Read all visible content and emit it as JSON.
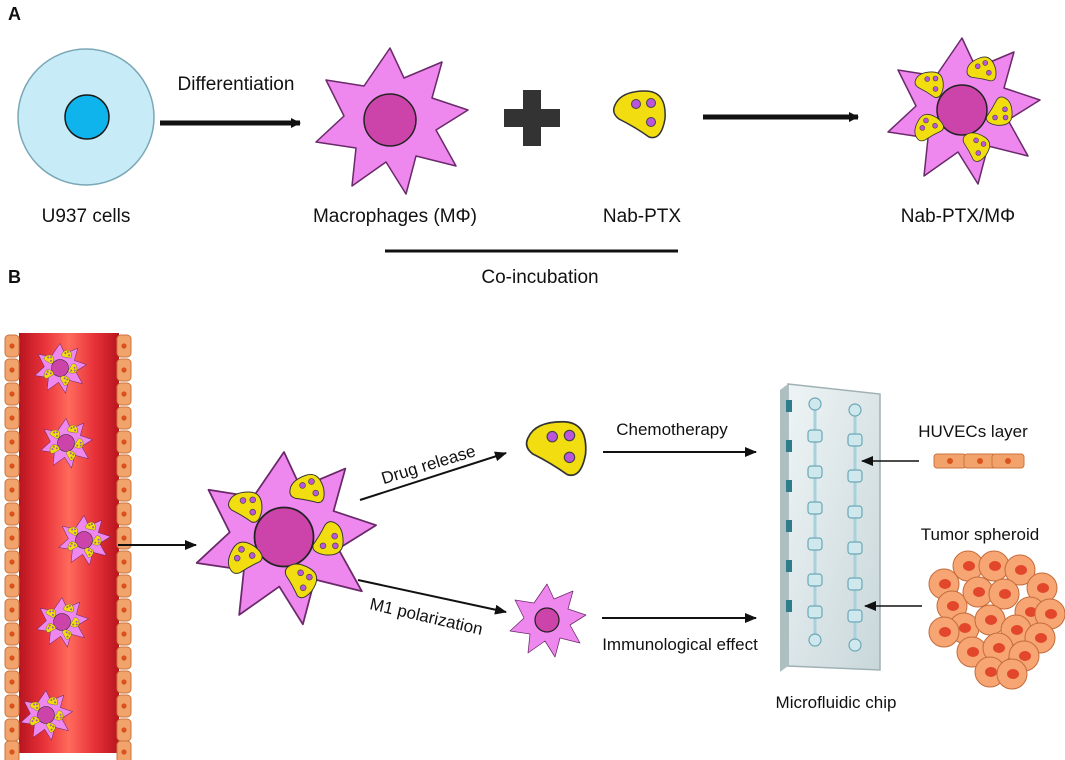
{
  "panels": {
    "a": "A",
    "b": "B"
  },
  "panel_a": {
    "differentiation": "Differentiation",
    "u937": "U937 cells",
    "macrophages": "Macrophages (MΦ)",
    "nabptx": "Nab-PTX",
    "nabptx_mphi": "Nab-PTX/MΦ",
    "coincubation": "Co-incubation"
  },
  "panel_b": {
    "drug_release": "Drug release",
    "m1_polarization": "M1 polarization",
    "chemotherapy": "Chemotherapy",
    "immunological_effect": "Immunological effect",
    "huvecs_layer": "HUVECs layer",
    "tumor_spheroid": "Tumor spheroid",
    "microfluidic_chip": "Microfluidic chip"
  },
  "colors": {
    "macrophage_fill": "#ee88ee",
    "nucleus_fill": "#cc44aa",
    "nab_fill": "#f2dd10",
    "nab_dot": "#bb55dd",
    "u937_fill": "#c8ecf7",
    "u937_nucleus": "#10b4ec",
    "vessel_red": "#e8323a",
    "endothelial": "#f2a36c",
    "chip_fill": "#d8e6e8"
  }
}
